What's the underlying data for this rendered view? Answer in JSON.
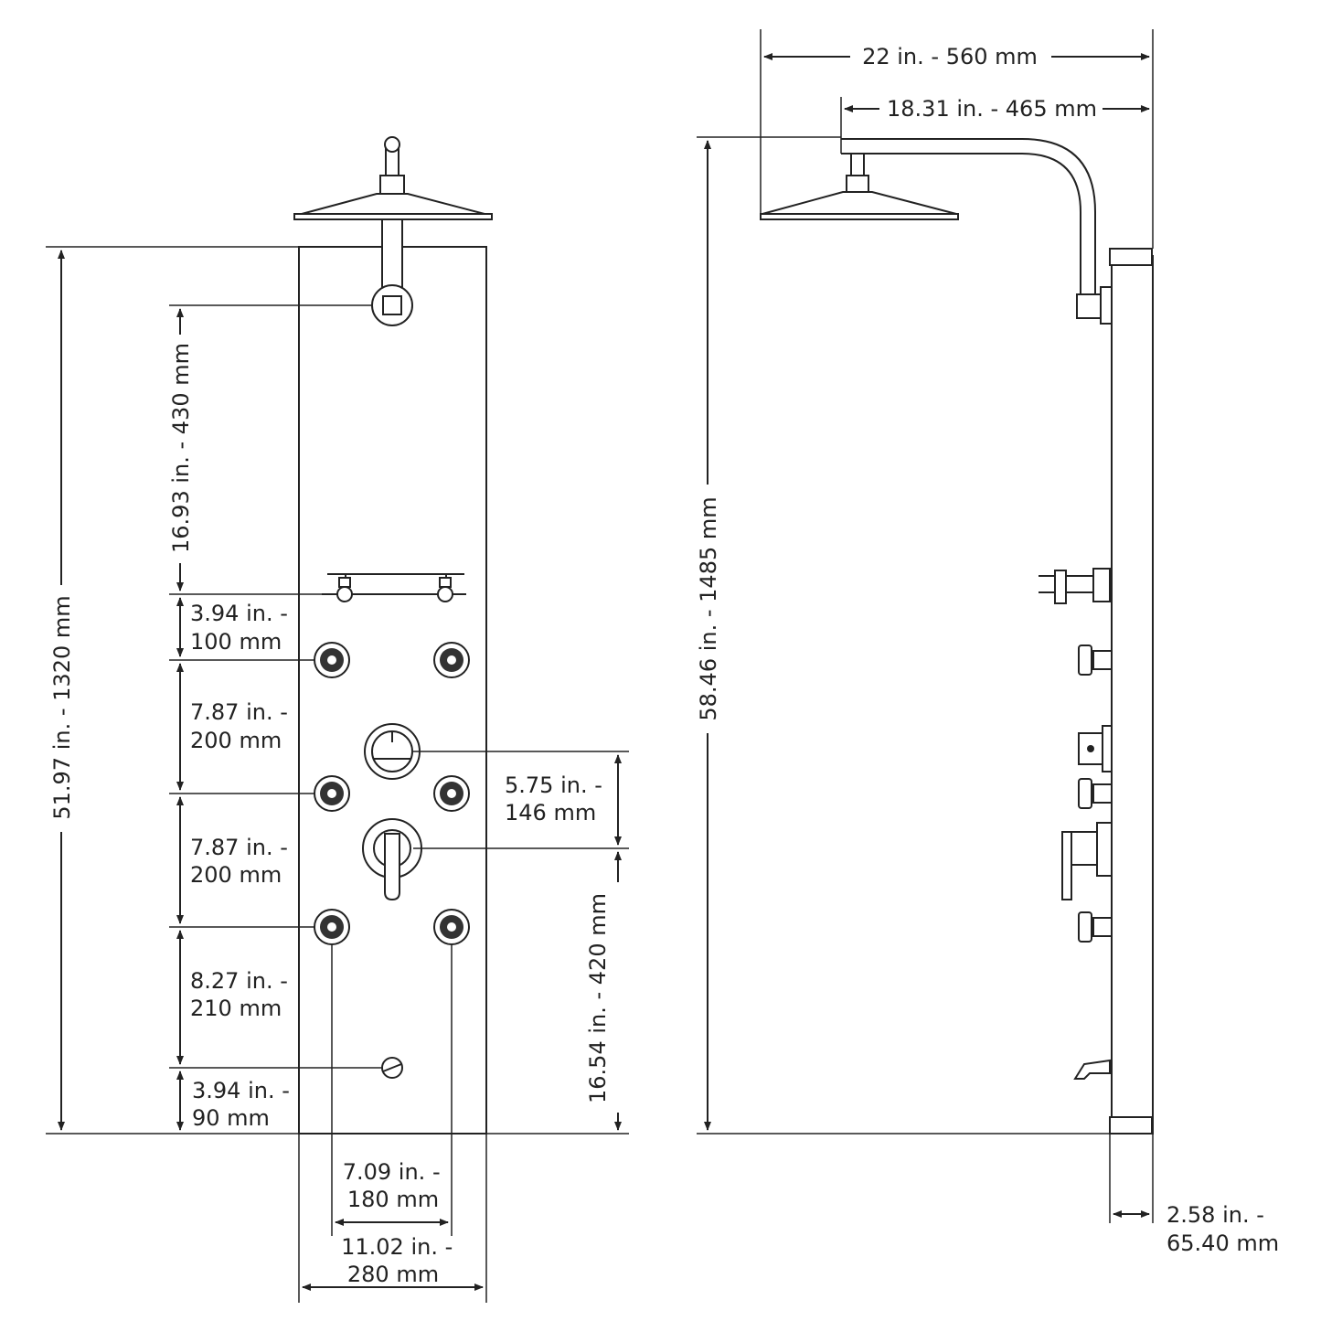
{
  "front_view": {
    "height": {
      "in": "51.97 in. -",
      "mm": "1320 mm"
    },
    "arm_to_shelf": {
      "in": "16.93 in. -",
      "mm": "430 mm"
    },
    "shelf_to_jets": {
      "in": "3.94 in. -",
      "mm": "100 mm"
    },
    "jets_row1_to_row2": {
      "in": "7.87 in. -",
      "mm": "200 mm"
    },
    "jets_row2_to_row3": {
      "in": "7.87 in. -",
      "mm": "200 mm"
    },
    "jets_to_spout": {
      "in": "8.27 in. -",
      "mm": "210 mm"
    },
    "spout_to_bottom": {
      "in": "3.94 in. -",
      "mm": "90 mm"
    },
    "diverter_to_handle": {
      "in": "5.75 in. -",
      "mm": "146 mm"
    },
    "handle_to_bottom": {
      "in": "16.54 in. -",
      "mm": "420 mm"
    },
    "jet_spacing": {
      "in": "7.09 in. -",
      "mm": "180 mm"
    },
    "panel_width": {
      "in": "11.02 in. -",
      "mm": "280 mm"
    }
  },
  "side_view": {
    "overall_reach": "22 in. - 560 mm",
    "arm_reach": "18.31 in. - 465 mm",
    "overall_height": "58.46 in. - 1485 mm",
    "depth": {
      "in": "2.58 in. -",
      "mm": "65.40 mm"
    }
  },
  "icons": [
    "rain-showerhead",
    "shelf",
    "body-jet",
    "diverter-knob",
    "mixer-handle",
    "tub-spout"
  ]
}
